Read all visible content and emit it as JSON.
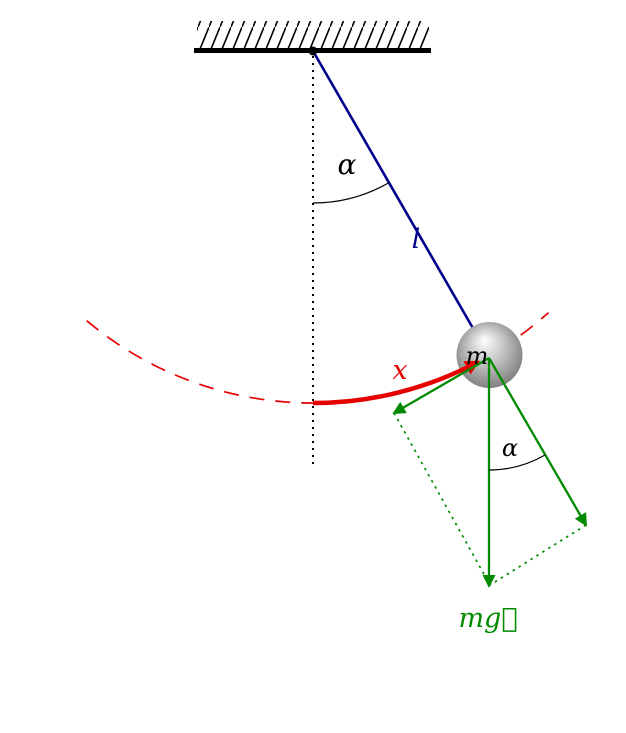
{
  "figure": {
    "labels": {
      "top_angle": "α",
      "rod_length": "l",
      "mass": "m",
      "arc_displacement": "x",
      "bottom_angle": "α",
      "gravity_vector": "mg⃗"
    },
    "colors": {
      "rod": "#00008b",
      "trajectory": "#e60000",
      "force_vectors": "#008a00",
      "ink": "#000000"
    }
  }
}
